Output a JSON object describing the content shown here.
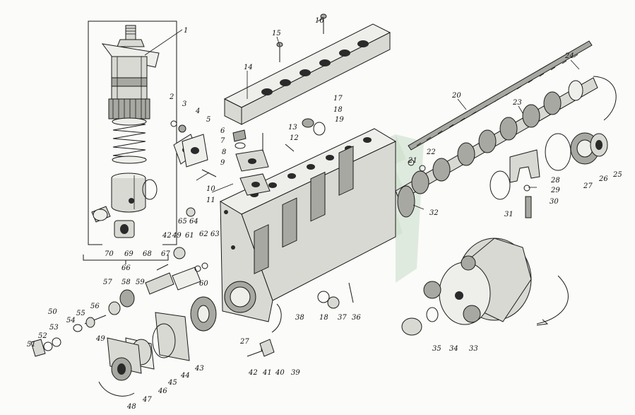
{
  "diagram": {
    "part_numbers": [
      "1",
      "2",
      "3",
      "4",
      "5",
      "6",
      "7",
      "8",
      "9",
      "10",
      "11",
      "12",
      "13",
      "14",
      "15",
      "16",
      "17",
      "18",
      "19",
      "20",
      "21",
      "22",
      "23",
      "24",
      "25",
      "26",
      "27",
      "28",
      "29",
      "30",
      "31",
      "32",
      "33",
      "34",
      "35",
      "36",
      "37",
      "38",
      "39",
      "40",
      "41",
      "42",
      "43",
      "44",
      "45",
      "46",
      "47",
      "48",
      "49",
      "50",
      "51",
      "52",
      "53",
      "54",
      "55",
      "56",
      "57",
      "58",
      "59",
      "60",
      "61",
      "62",
      "63",
      "64",
      "65",
      "66",
      "67",
      "68",
      "69",
      "70"
    ],
    "repeated_numbers": [
      "18",
      "27",
      "42",
      "49"
    ],
    "watermark_icon": "green-logo-watermark"
  }
}
